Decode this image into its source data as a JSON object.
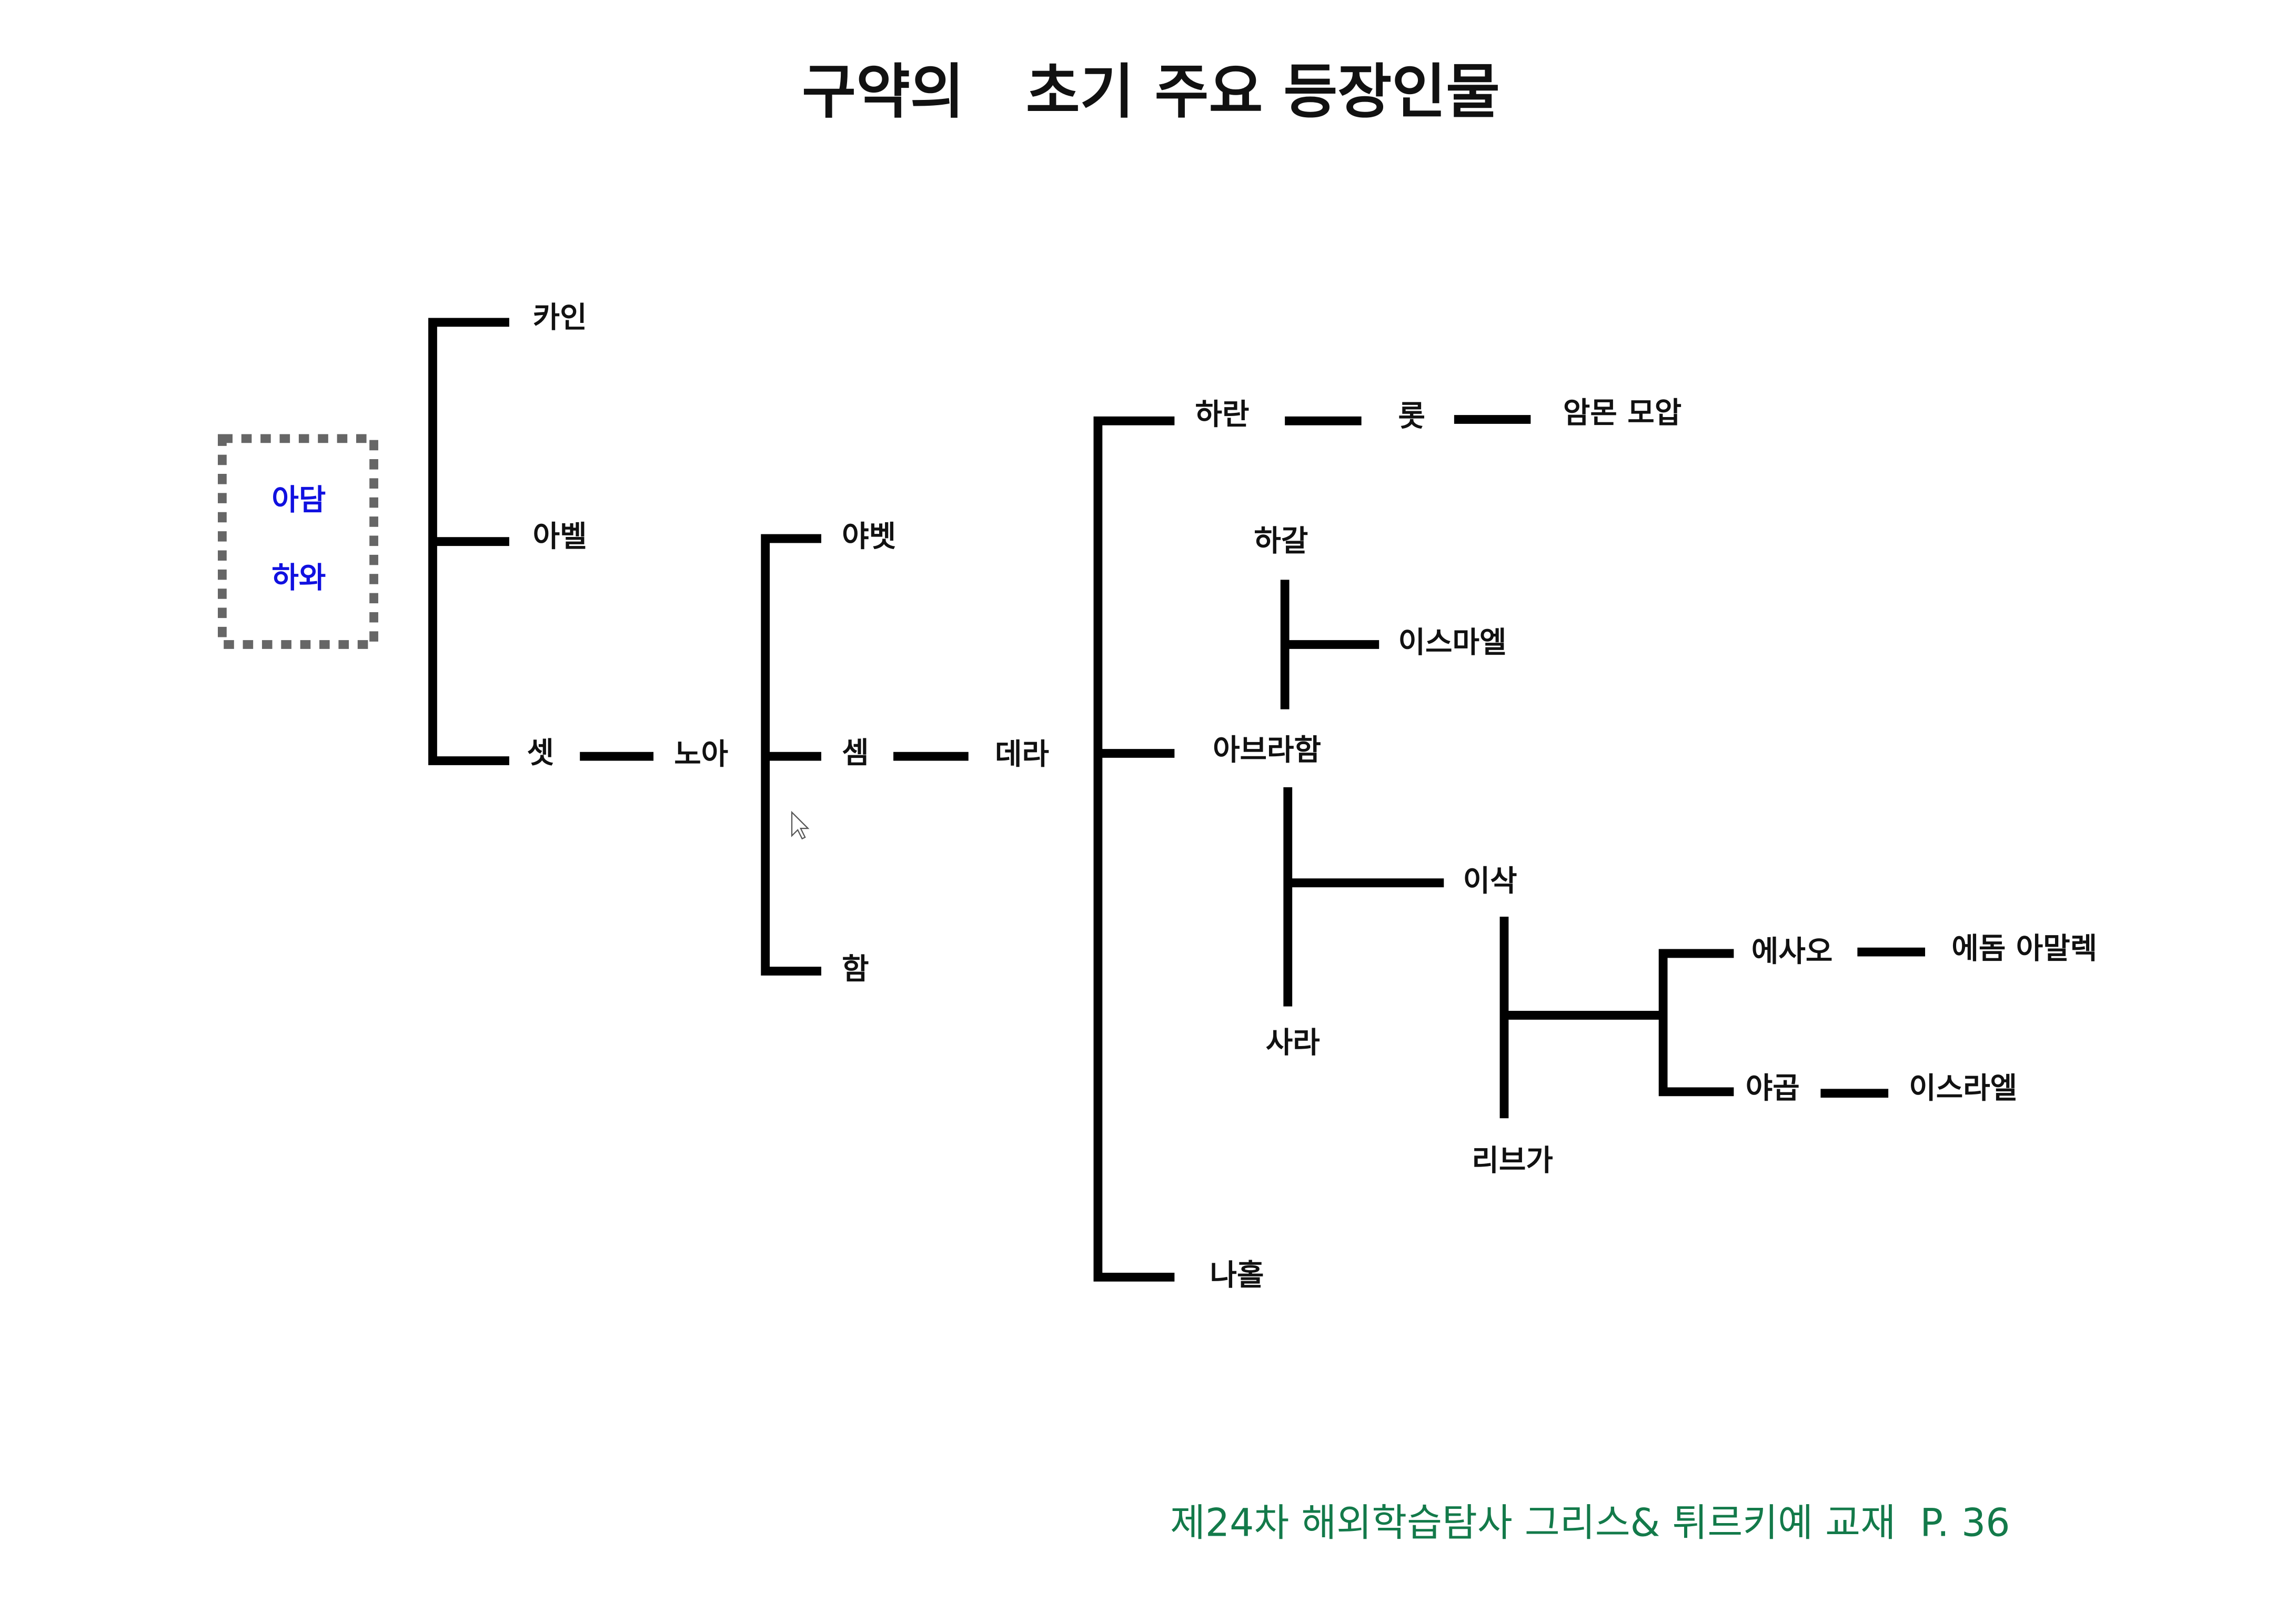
{
  "title": "구약의   초기 주요 등장인물",
  "root": {
    "adam": "아담",
    "eve": "하와"
  },
  "people": {
    "cain": "카인",
    "abel": "아벨",
    "seth": "셋",
    "noah": "노아",
    "japheth": "야벳",
    "shem": "셈",
    "ham": "함",
    "terah": "데라",
    "haran": "하란",
    "lot": "롯",
    "ammon_moab": "암몬 모압",
    "hagar": "하갈",
    "ishmael": "이스마엘",
    "abraham": "아브라함",
    "isaac": "이삭",
    "sarah": "사라",
    "rebekah": "리브가",
    "esau": "에사오",
    "edom_amalek": "에돔 아말렉",
    "jacob": "야곱",
    "israel": "이스라엘",
    "nahor": "나홀"
  },
  "footer": "제24차 해외학습탐사 그리스& 튀르키예 교재  P. 36",
  "colors": {
    "root_text": "#1010e0",
    "footer_text": "#137a4a",
    "box_border": "#666666"
  }
}
